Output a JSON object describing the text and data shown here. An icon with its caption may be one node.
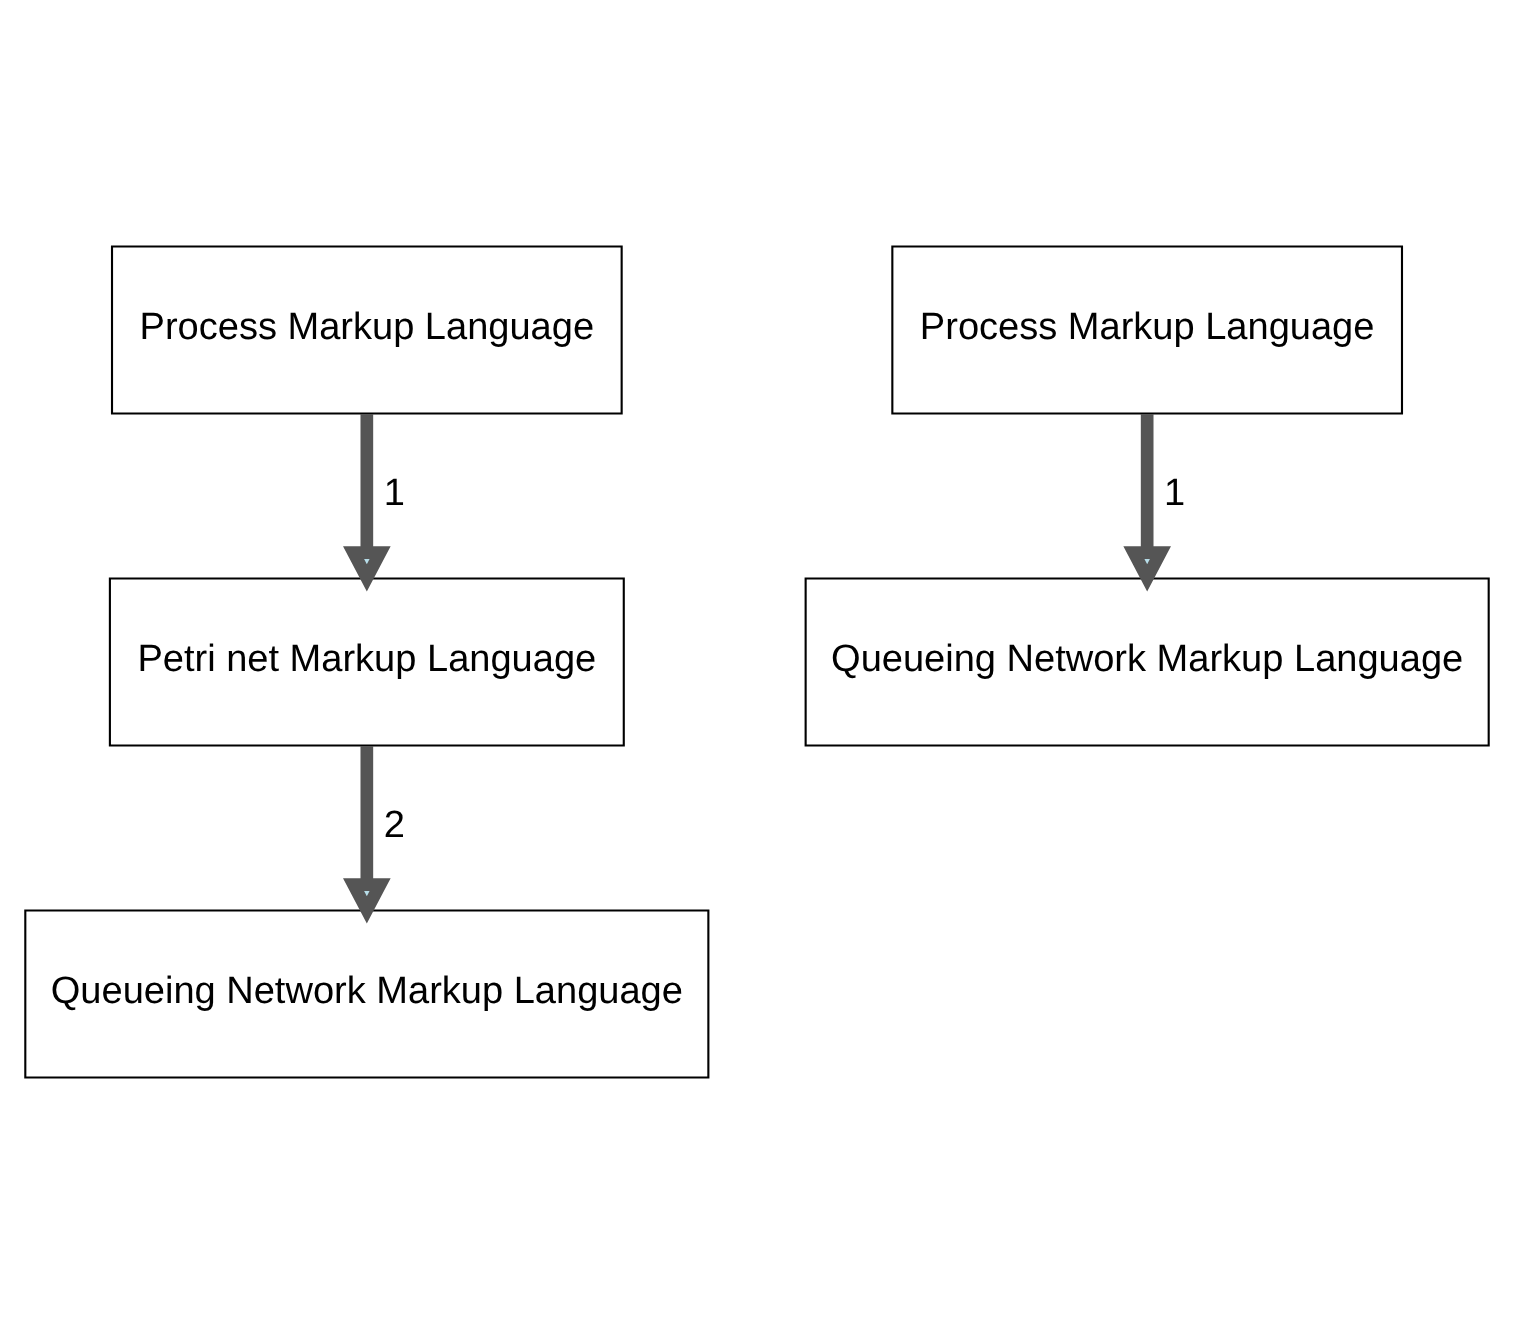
{
  "diagram": {
    "nodes": [
      {
        "text": [
          "Process Markup Language"
        ]
      },
      {
        "text": [
          "Petri net Markup Language"
        ]
      },
      {
        "text": [
          "Queueing Network Markup Language"
        ]
      },
      {
        "text": [
          "Process Markup Language"
        ]
      },
      {
        "text": [
          "Queueing Network Markup Language"
        ]
      }
    ],
    "edges": [
      {
        "from": 0,
        "to": 1,
        "arrow": "to",
        "label": "1"
      },
      {
        "from": 1,
        "to": 2,
        "arrow": "to",
        "label": "2"
      },
      {
        "from": 3,
        "to": 4,
        "arrow": "to",
        "label": "1"
      }
    ]
  }
}
